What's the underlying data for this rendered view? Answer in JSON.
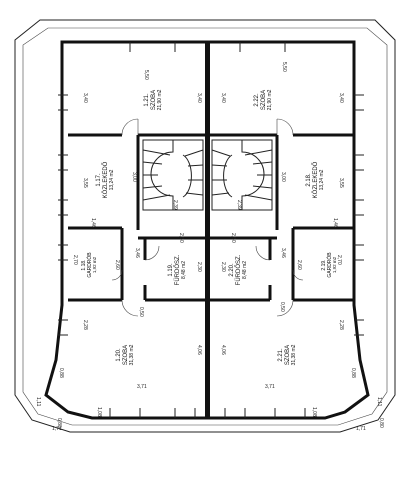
{
  "rooms": [
    {
      "id": "szoba-121",
      "number": "1.21.",
      "name": "SZOBA",
      "area": "21,90 m2"
    },
    {
      "id": "szoba-222",
      "number": "2.22.",
      "name": "SZOBA",
      "area": "21,90 m2"
    },
    {
      "id": "kozl-117",
      "number": "1.17.",
      "name": "KÖZLEKEDŐ",
      "area": "13,24 m2"
    },
    {
      "id": "kozl-218",
      "number": "2.18.",
      "name": "KÖZLEKEDŐ",
      "area": "13,24 m2"
    },
    {
      "id": "gard-118",
      "number": "1.18.",
      "name": "GARDRÓB",
      "area": "1,92 m2"
    },
    {
      "id": "gard-219",
      "number": "2.19.",
      "name": "GARDRÓB",
      "area": "1,92 m2"
    },
    {
      "id": "furd-119",
      "number": "1.19.",
      "name": "FÜRDŐSZ.",
      "area": "8,48 m2"
    },
    {
      "id": "furd-220",
      "number": "2.20.",
      "name": "FÜRDŐSZ.",
      "area": "8,48 m2"
    },
    {
      "id": "szoba-120",
      "number": "1.20.",
      "name": "SZOBA",
      "area": "31,38 m2"
    },
    {
      "id": "szoba-221",
      "number": "2.21.",
      "name": "SZOBA",
      "area": "31,38 m2"
    }
  ],
  "dimensions": {
    "d1": "5,50",
    "d2": "5,50",
    "d3": "3,40",
    "d4": "3,40",
    "d5": "3,40",
    "d6": "3,40",
    "d7": "3,55",
    "d8": "3,55",
    "d9": "3,00",
    "d10": "3,00",
    "d11": "2,39",
    "d12": "2,39",
    "d13": "1,46",
    "d14": "1,46",
    "d15": "2,50",
    "d16": "2,50",
    "d17": "2,60",
    "d18": "2,60",
    "d19": "3,46",
    "d20": "3,46",
    "d21": "2,30",
    "d22": "2,30",
    "d23": "2,70",
    "d24": "2,70",
    "d25": "0,50",
    "d26": "0,50",
    "d27": "2,28",
    "d28": "2,28",
    "d29": "4,06",
    "d30": "4,06",
    "d31": "3,71",
    "d32": "3,71",
    "d33": "1,08",
    "d34": "1,08",
    "d35": "1,11",
    "d36": "1,11",
    "d37": "1,71",
    "d38": "1,71",
    "d39": "0,88",
    "d40": "0,88",
    "d41": "0,80",
    "d42": "0,80"
  }
}
